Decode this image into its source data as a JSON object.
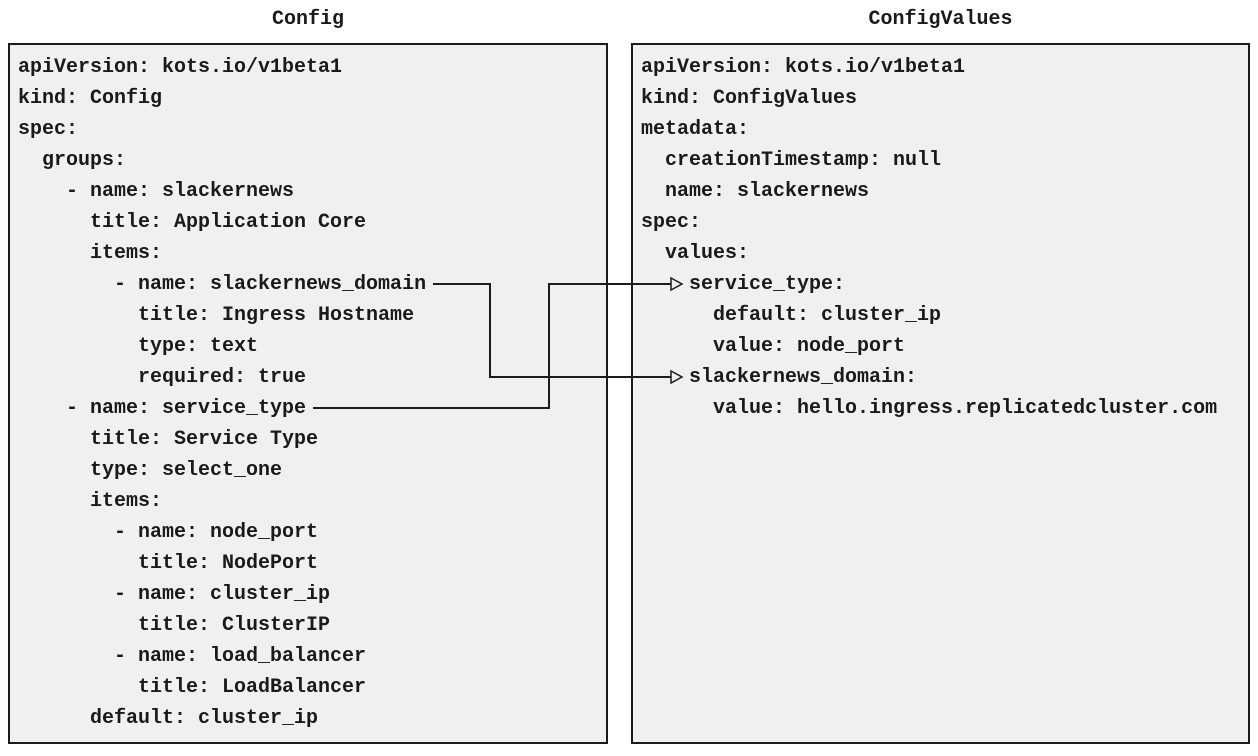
{
  "colors": {
    "page_background": "#ffffff",
    "box_background": "#f0f0f0",
    "box_border": "#1c1c1c",
    "text": "#1a1a1a",
    "connector": "#1c1c1c"
  },
  "panels": [
    {
      "title": "Config",
      "lines": [
        "apiVersion: kots.io/v1beta1",
        "kind: Config",
        "spec:",
        "  groups:",
        "    - name: slackernews",
        "      title: Application Core",
        "      items:",
        "        - name: slackernews_domain",
        "          title: Ingress Hostname",
        "          type: text",
        "          required: true",
        "    - name: service_type",
        "      title: Service Type",
        "      type: select_one",
        "      items:",
        "        - name: node_port",
        "          title: NodePort",
        "        - name: cluster_ip",
        "          title: ClusterIP",
        "        - name: load_balancer",
        "          title: LoadBalancer",
        "      default: cluster_ip"
      ]
    },
    {
      "title": "ConfigValues",
      "lines": [
        "apiVersion: kots.io/v1beta1",
        "kind: ConfigValues",
        "metadata:",
        "  creationTimestamp: null",
        "  name: slackernews",
        "spec:",
        "  values:",
        "    service_type:",
        "      default: cluster_ip",
        "      value: node_port",
        "    slackernews_domain:",
        "      value: hello.ingress.replicatedcluster.com"
      ]
    }
  ],
  "connections": [
    {
      "source_panel": "Config",
      "source_line": "- name: slackernews_domain",
      "target_panel": "ConfigValues",
      "target_line": "slackernews_domain:"
    },
    {
      "source_panel": "Config",
      "source_line": "- name: service_type",
      "target_panel": "ConfigValues",
      "target_line": "service_type:"
    }
  ]
}
